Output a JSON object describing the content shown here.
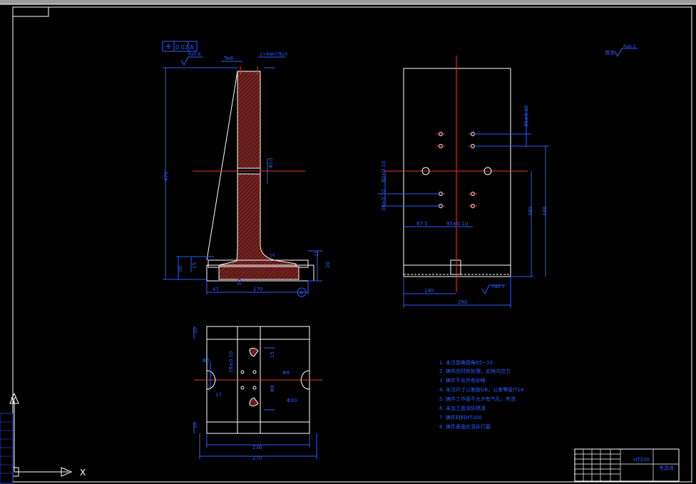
{
  "view_a": {
    "dims": {
      "top1": "Tw6",
      "top2": "2×Φ8H7深20",
      "tol_box": "0.02",
      "datum_box": "A",
      "height_470": "470",
      "mid_label": "Φ10",
      "base_50": "50",
      "base_15": "15",
      "base_20": "20",
      "base_10": "10",
      "base_47": "47",
      "base_50b": "50",
      "base_170": "170",
      "mark_16": "16",
      "top_small": "Ra0.8",
      "datum_circle": "A"
    }
  },
  "view_b": {
    "dims": {
      "dim_80a": "80±0.10",
      "dim_80b": "80±0.10",
      "dim_30": "30±0.10",
      "dim_87": "87.5",
      "dim_95": "95±0.10",
      "dim_380": "380",
      "dim_348": "348",
      "dim_140": "140",
      "dim_280": "280",
      "surface": "Ra6.3"
    }
  },
  "view_c": {
    "dims": {
      "d_10a": "10",
      "d_6": "Φ6",
      "d_28": "28±0.10",
      "d_17": "17",
      "d_15": "15",
      "d_8a": "Φ8",
      "d_8b": "Φ8",
      "d_30": "Φ30",
      "d_10b": "10",
      "d_236": "236",
      "d_270": "270"
    }
  },
  "corner_roughness": "其余",
  "corner_ra": "Ra6.3",
  "notes": [
    "1. 未注倒角圆角R5~10",
    "2. 铸件应时效处理，去除内应力",
    "3. 铸件不允许有砂眼",
    "4. 未注尺寸公差按GB，公差等级IT14",
    "5. 铸件工作面不允许有气孔，夹渣",
    "6. 未加工面涂防锈漆",
    "7. 铸件材料HT200",
    "8. 铸件表面应清砂打磨"
  ],
  "title_block": {
    "name": "夹具体",
    "material": "HT200"
  },
  "ucs": {
    "x": "X",
    "y": "Y"
  }
}
